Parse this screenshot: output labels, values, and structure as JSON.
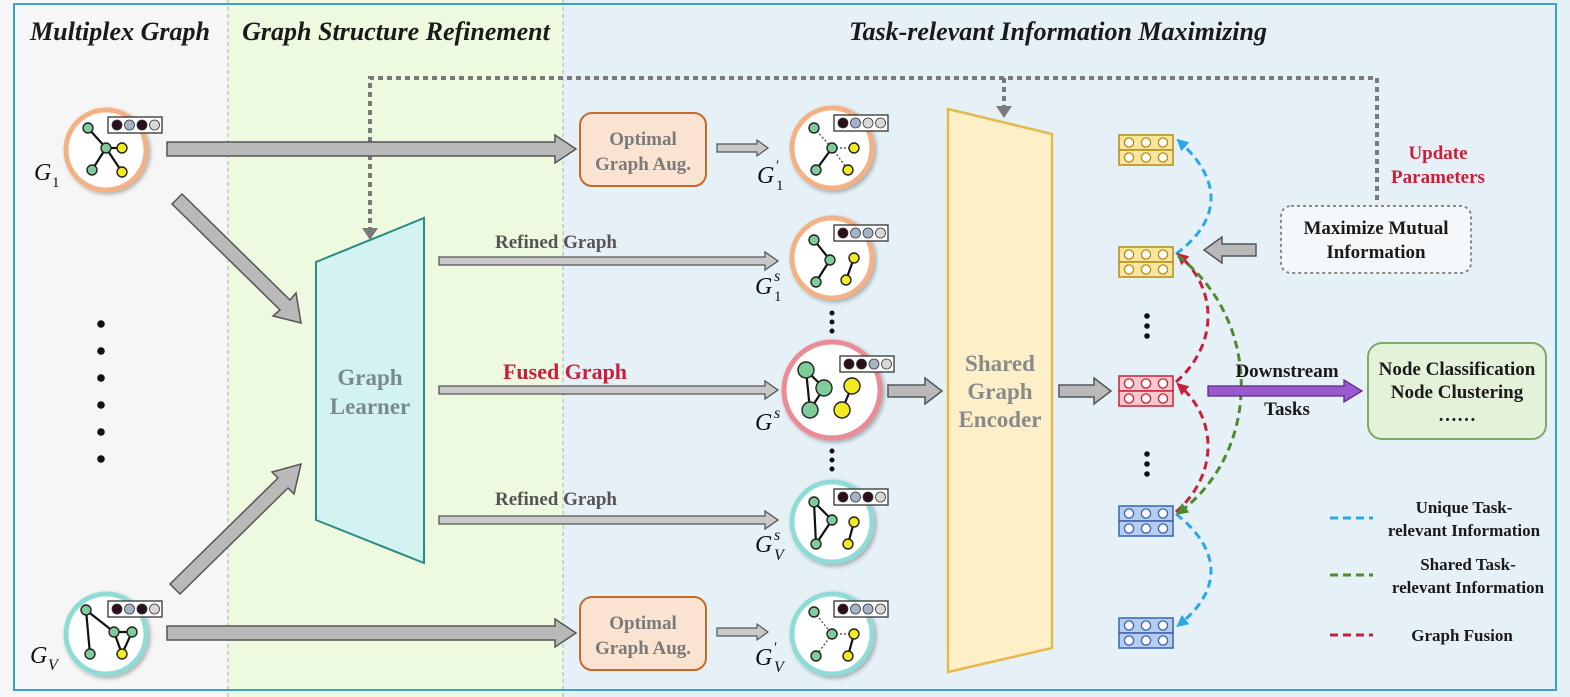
{
  "sections": {
    "multiplex": "Multiplex Graph",
    "refinement": "Graph Structure Refinement",
    "task": "Task-relevant Information Maximizing"
  },
  "labels": {
    "graph_learner": [
      "Graph",
      "Learner"
    ],
    "refined_graph_top": "Refined Graph",
    "refined_graph_bottom": "Refined Graph",
    "fused_graph": "Fused Graph",
    "optimal_aug_top": [
      "Optimal",
      "Graph Aug."
    ],
    "optimal_aug_bottom": [
      "Optimal",
      "Graph Aug."
    ],
    "shared_encoder": [
      "Shared",
      "Graph",
      "Encoder"
    ],
    "update_params": [
      "Update",
      "Parameters"
    ],
    "maximize_mi": [
      "Maximize Mutual",
      "Information"
    ],
    "downstream": "Downstream",
    "tasks": "Tasks",
    "tasks_box": [
      "Node Classification",
      "Node Clustering",
      "……"
    ]
  },
  "math": {
    "g1": {
      "base": "G",
      "sub": "1"
    },
    "gv": {
      "base": "G",
      "sub": "V"
    },
    "g1_prime": {
      "base": "G",
      "sup": "′",
      "sub": "1"
    },
    "g1_s": {
      "base": "G",
      "sup": "s",
      "sub": "1"
    },
    "g_s": {
      "base": "G",
      "sup": "s"
    },
    "gv_s": {
      "base": "G",
      "sup": "s",
      "sub": "V"
    },
    "gv_prime": {
      "base": "G",
      "sup": "′",
      "sub": "V"
    }
  },
  "legend": [
    {
      "lines": [
        "Unique Task-",
        "relevant Information"
      ],
      "color": "#29a9e6"
    },
    {
      "lines": [
        "Shared Task-",
        "relevant Information"
      ],
      "color": "#4e8a2e"
    },
    {
      "lines": [
        "Graph Fusion"
      ],
      "color": "#c8203a"
    }
  ],
  "colors": {
    "bg_multiplex": "#f6f6f6",
    "bg_refinement": "#eefadf",
    "bg_task": "#e5f1f7",
    "frame": "#3aa3c9",
    "orange_ring": "#f4b184",
    "teal_ring": "#8fdcd6",
    "pink_ring": "#ea8c95",
    "node_green": "#7fcc9a",
    "node_yellow": "#f2ea22",
    "aug_fill": "#fbe3d2",
    "aug_stroke": "#c6692a",
    "learner_fill": "#d3f3f2",
    "learner_stroke": "#2a8c80",
    "encoder_fill": "#fdf0c8",
    "encoder_stroke": "#e6b94c",
    "emb_yellow": "#f8e6a0",
    "emb_red": "#f9c8cc",
    "emb_blue": "#b6cdf0",
    "downstream_arrow": "#9b59d0",
    "tasks_fill": "#e3f2d9",
    "tasks_stroke": "#7fa86a"
  }
}
